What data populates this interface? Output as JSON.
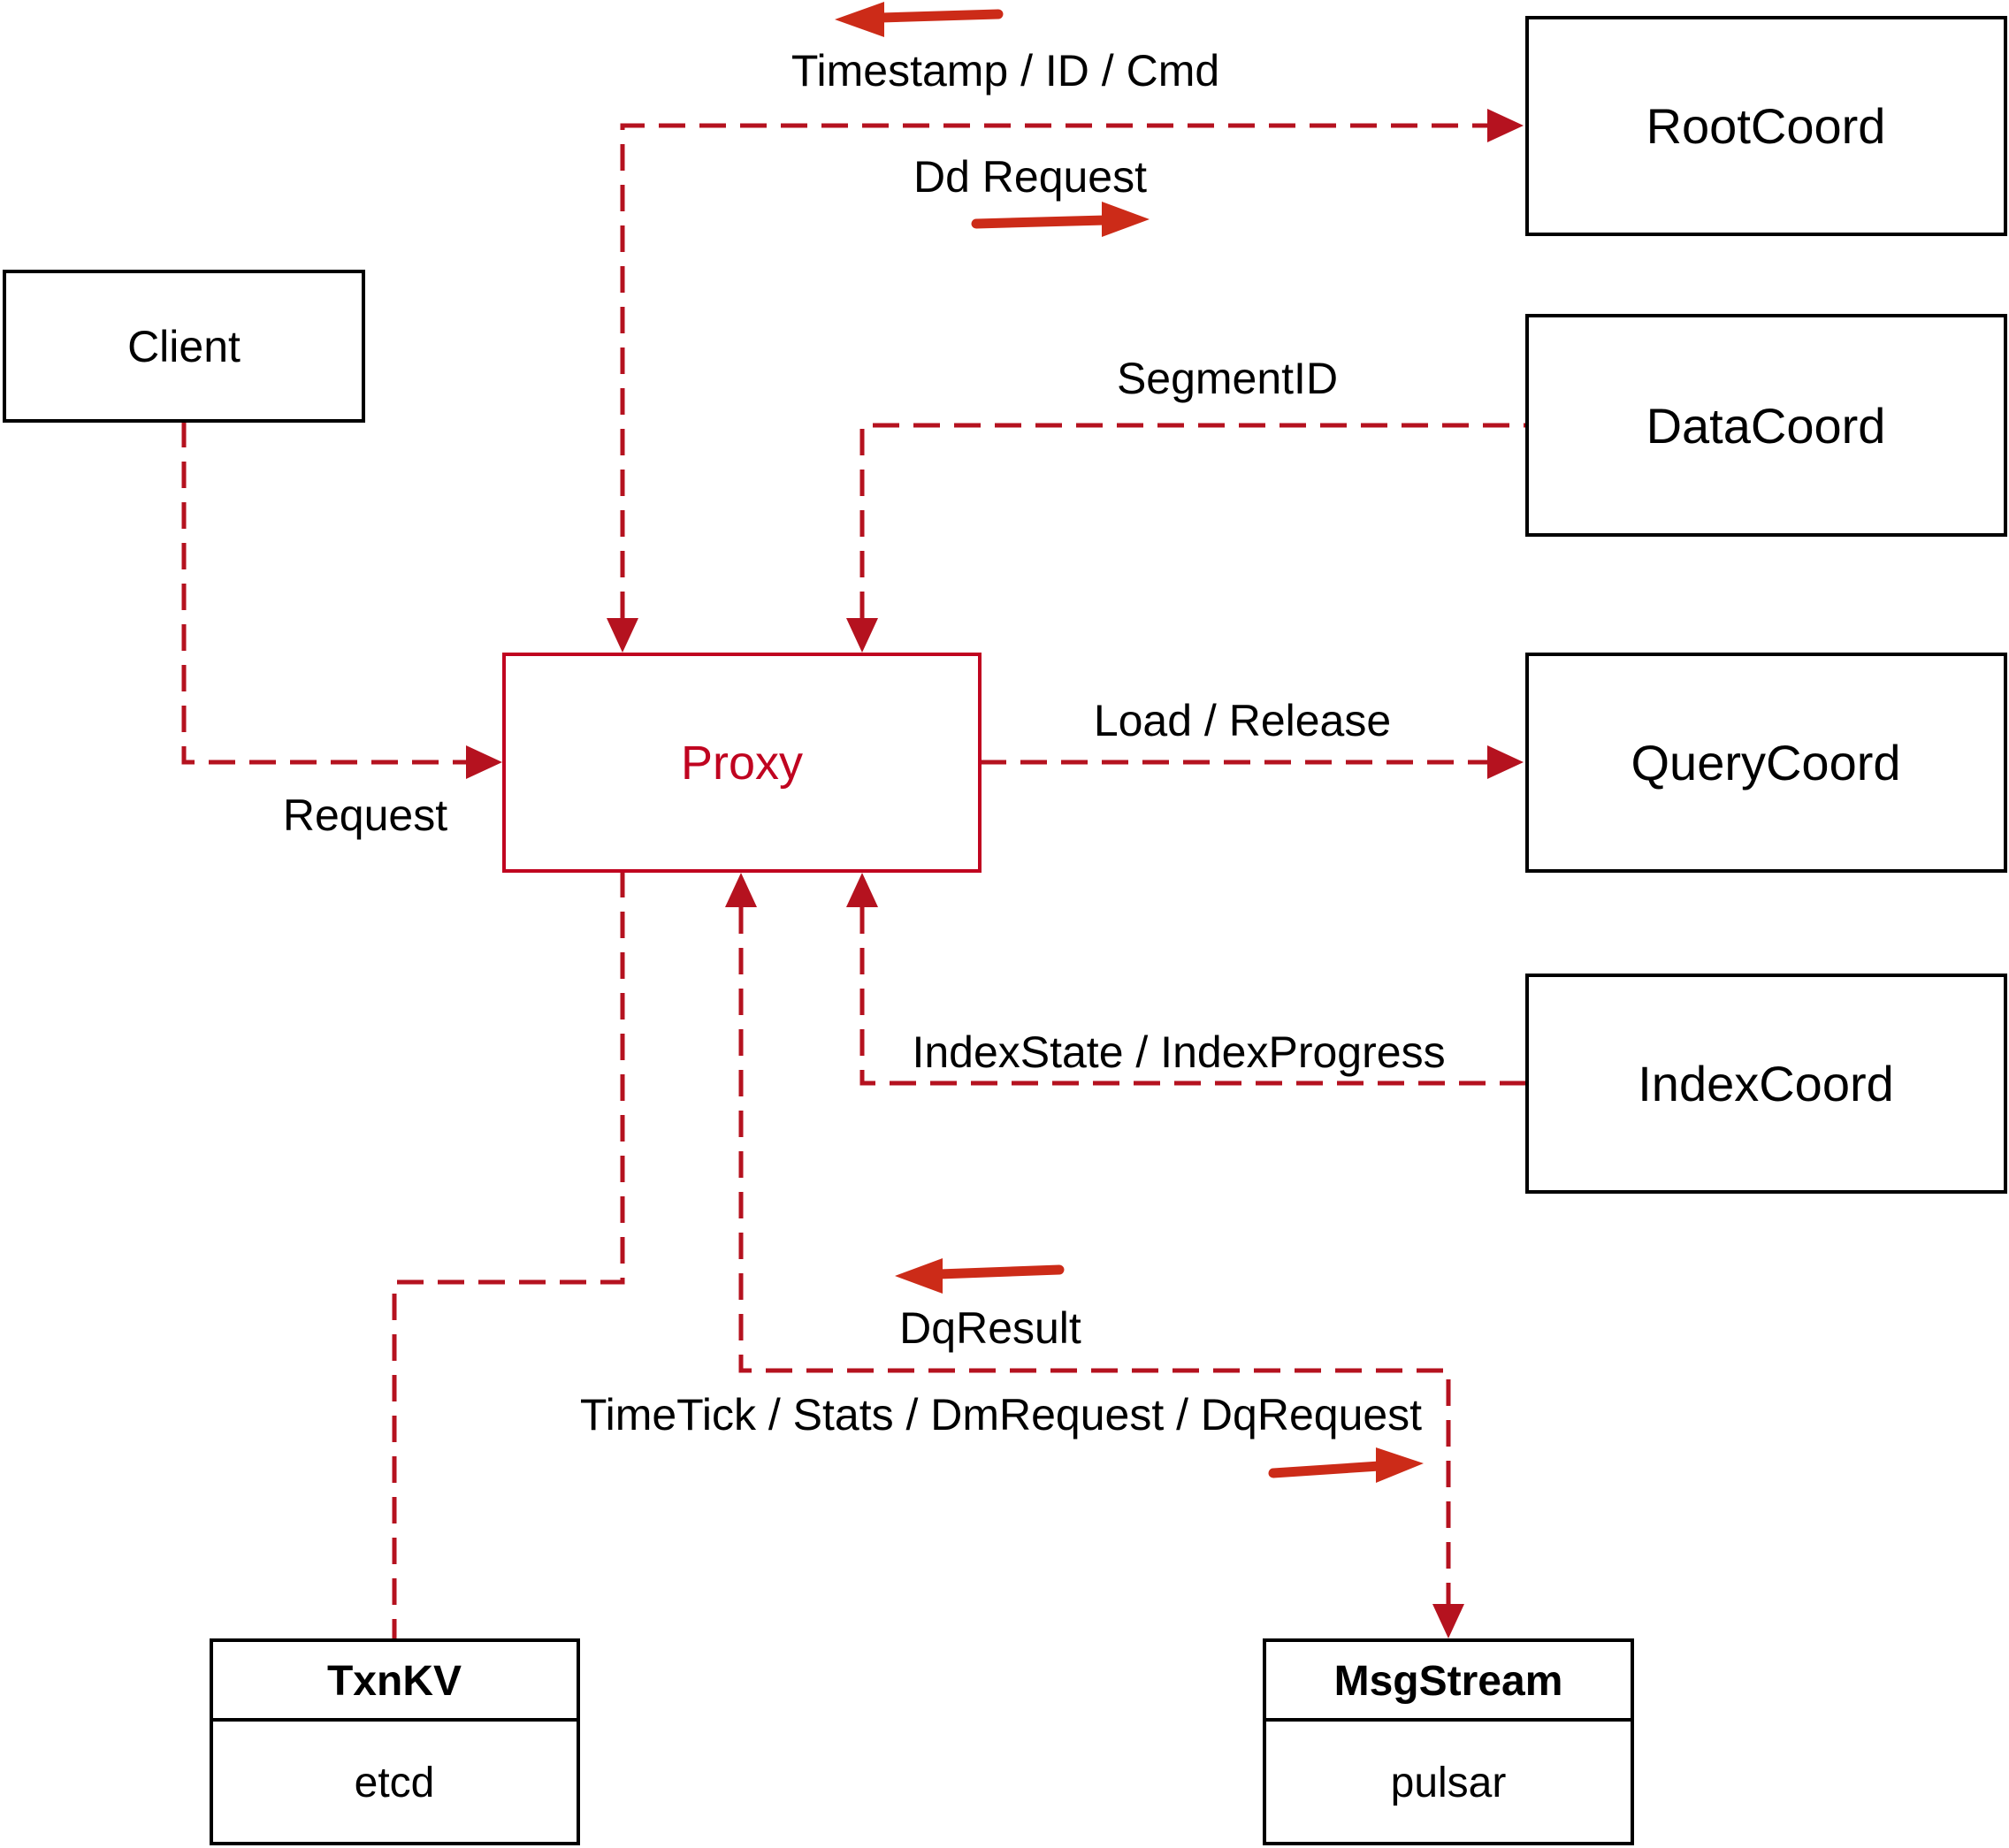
{
  "colors": {
    "line-red": "#b5121f",
    "arrow-red": "#cc2b18",
    "proxy-red": "#c00420",
    "box-black": "#000000",
    "background": "#ffffff"
  },
  "nodes": {
    "client": {
      "label": "Client"
    },
    "root_coord": {
      "label": "RootCoord"
    },
    "data_coord": {
      "label": "DataCoord"
    },
    "query_coord": {
      "label": "QueryCoord"
    },
    "index_coord": {
      "label": "IndexCoord"
    },
    "proxy": {
      "label": "Proxy"
    },
    "txn_kv": {
      "title": "TxnKV",
      "subtitle": "etcd"
    },
    "msg_stream": {
      "title": "MsgStream",
      "subtitle": "pulsar"
    }
  },
  "edges": {
    "timestamp_id_cmd": {
      "label": "Timestamp / ID / Cmd"
    },
    "dd_request": {
      "label": "Dd Request"
    },
    "segment_id": {
      "label": "SegmentID"
    },
    "request": {
      "label": "Request"
    },
    "load_release": {
      "label": "Load / Release"
    },
    "index_state": {
      "label": "IndexState / IndexProgress"
    },
    "dq_result": {
      "label": "DqResult"
    },
    "timetick": {
      "label": "TimeTick / Stats / DmRequest / DqRequest"
    }
  }
}
